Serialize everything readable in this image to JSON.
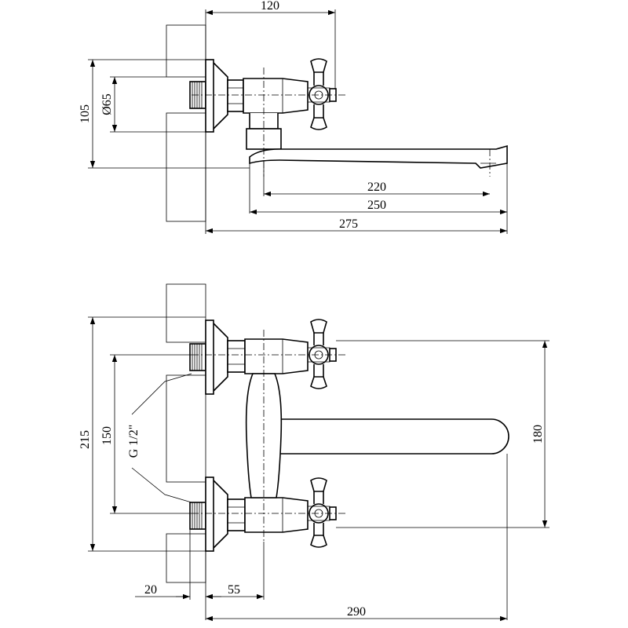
{
  "dimensions": {
    "top_view": {
      "width_120": "120",
      "diameter_65": "Ø65",
      "height_105": "105",
      "spout_220": "220",
      "spout_250": "250",
      "overall_275": "275"
    },
    "front_view": {
      "height_215": "215",
      "centers_150": "150",
      "thread": "G 1/2\"",
      "height_180": "180",
      "depth_20": "20",
      "depth_55": "55",
      "overall_290": "290"
    }
  },
  "colors": {
    "line": "#000000",
    "background": "#ffffff"
  }
}
